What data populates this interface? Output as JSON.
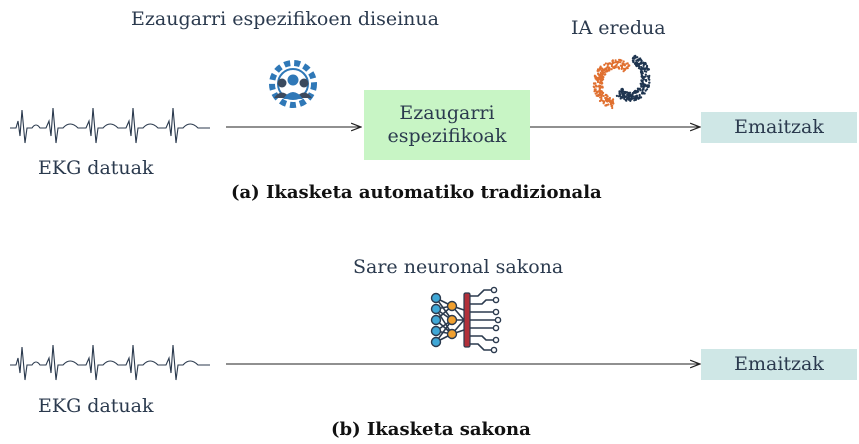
{
  "panel_a": {
    "input_label": "EKG datuak",
    "top_label_left": "Ezaugarri espezifikoen diseinua",
    "top_label_right": "IA eredua",
    "feature_box": {
      "line1": "Ezaugarri",
      "line2": "espezifikoak",
      "color": "#c8f5c5"
    },
    "output_box": {
      "label": "Emaitzak",
      "color": "#cfe7e6"
    },
    "caption": "(a) Ikasketa automatiko tradizionala",
    "icons": [
      "team-gear-icon",
      "scatter-cluster-icon",
      "ecg-signal-icon"
    ]
  },
  "panel_b": {
    "input_label": "EKG datuak",
    "top_label": "Sare neuronal sakona",
    "output_box": {
      "label": "Emaitzak",
      "color": "#cfe7e6"
    },
    "caption": "(b) Ikasketa sakona",
    "icons": [
      "neural-network-icon",
      "ecg-signal-icon"
    ]
  },
  "colors": {
    "text": "#2b3a4e",
    "signal": "#2b3a4e",
    "gear": "#2f78b7",
    "cluster_orange": "#e07030",
    "cluster_navy": "#1f3550"
  }
}
